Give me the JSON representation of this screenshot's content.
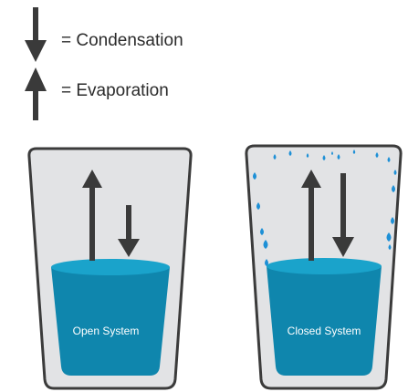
{
  "legend": {
    "condensation_label": "= Condensation",
    "evaporation_label": "= Evaporation"
  },
  "cups": [
    {
      "label": "Open System"
    },
    {
      "label": "Closed System"
    }
  ],
  "colors": {
    "arrow": "#3a3a3a",
    "water": "#0f86ad",
    "water_top": "#1aa3cb",
    "glass_fill": "#e2e3e5",
    "glass_stroke": "#3b3b3b",
    "droplet": "#1e90d6",
    "label_text": "#ffffff"
  }
}
